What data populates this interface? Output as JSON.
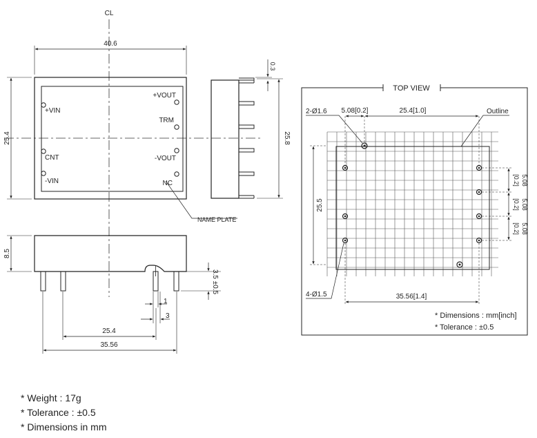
{
  "centerline": "CL",
  "front": {
    "width": "40.6",
    "height": "25.4",
    "pins": {
      "vout_pos": "+VOUT",
      "trm": "TRM",
      "vout_neg": "-VOUT",
      "nc": "NC",
      "vin_pos": "+VIN",
      "cnt": "CNT",
      "vin_neg": "-VIN"
    }
  },
  "side": {
    "height": "25.8",
    "top_offset": "0.3"
  },
  "nameplate": "NAME PLATE",
  "bottom": {
    "body_height": "8.5",
    "pin_length": "3.5 ±0.5",
    "pin_width": "1",
    "pin_offset": "3",
    "pitch": "25.4",
    "span": "35.56"
  },
  "topview": {
    "title": "TOP VIEW",
    "outline": "Outline",
    "hole_large": "2-Ø1.6",
    "hole_small": "4-Ø1.5",
    "dim_top_a": "5.08[0.2]",
    "dim_top_b": "25.4[1.0]",
    "dim_left": "25.5",
    "dim_bottom": "35.56[1.4]",
    "dim_right_mm": "5.08",
    "dim_right_in": "[0.2]",
    "note_dim": "* Dimensions : mm[inch]",
    "note_tol": "* Tolerance : ±0.5"
  },
  "notes": [
    "* Weight : 17g",
    "* Tolerance : ±0.5",
    "* Dimensions in mm"
  ]
}
